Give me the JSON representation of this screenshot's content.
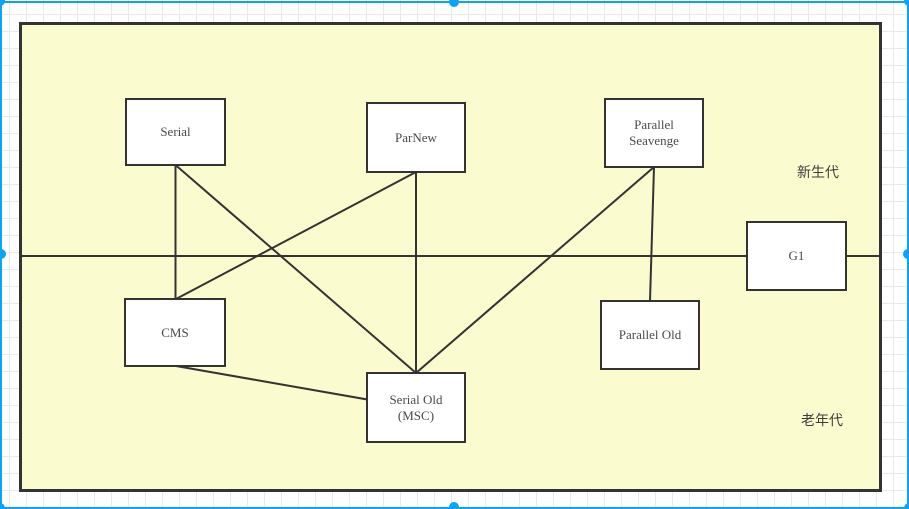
{
  "app": {
    "selection_color": "#0ba3f5"
  },
  "diagram": {
    "container_fill": "#fbfbd0",
    "stroke_color": "#333333",
    "regions": {
      "young": {
        "label": "新生代"
      },
      "old": {
        "label": "老年代"
      }
    },
    "nodes": {
      "serial": {
        "label": "Serial"
      },
      "parnew": {
        "label": "ParNew"
      },
      "parallel_scavenge": {
        "label": "Parallel\nSeavenge"
      },
      "g1": {
        "label": "G1"
      },
      "cms": {
        "label": "CMS"
      },
      "serial_old": {
        "label": "Serial Old\n(MSC)"
      },
      "parallel_old": {
        "label": "Parallel Old"
      }
    },
    "edges": [
      {
        "from": "serial",
        "to": "cms"
      },
      {
        "from": "serial",
        "to": "serial_old"
      },
      {
        "from": "parnew",
        "to": "cms"
      },
      {
        "from": "parnew",
        "to": "serial_old"
      },
      {
        "from": "parallel_scavenge",
        "to": "serial_old"
      },
      {
        "from": "parallel_scavenge",
        "to": "parallel_old"
      },
      {
        "from": "cms",
        "to": "serial_old"
      },
      {
        "from": "g1",
        "to": "generation-divider"
      }
    ]
  }
}
